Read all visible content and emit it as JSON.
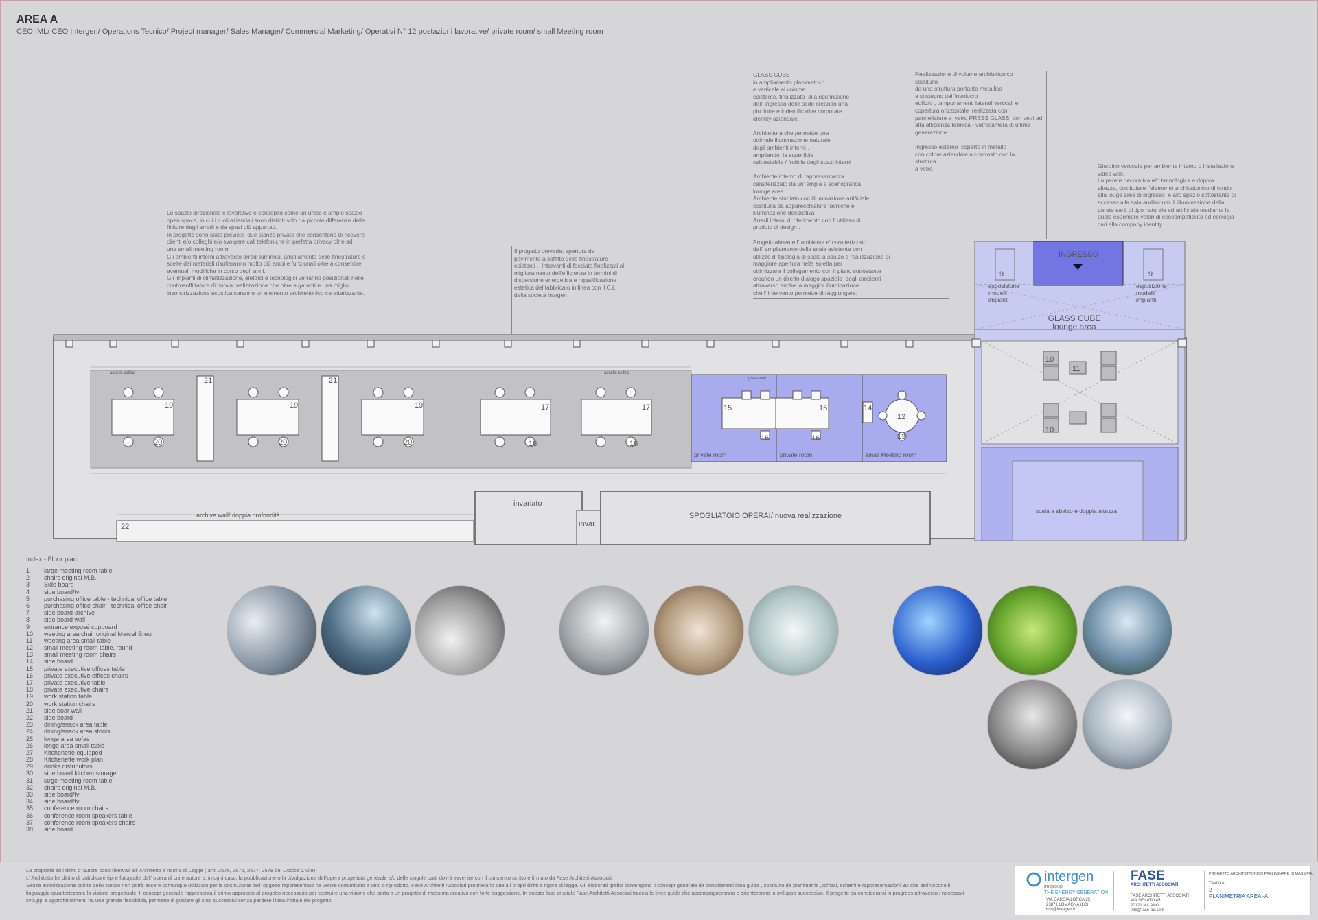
{
  "header": {
    "title": "AREA A",
    "subtitle": "CEO IML/ CEO Intergen/ Operations Tecnico/ Project manager/ Sales Manager/ Commercial Marketing/ Operativi N° 12 postazioni lavorative/ private room/ small Meeting room"
  },
  "notes": {
    "note1": "Lo spazio direzionale e lavorativo è concepito come un unico e ampio spazio\nopen space, in cui i ruoli aziendali sono distinti solo da piccole differenze delle\nfiniture degli arredi e da spazi più appartati.\nIn progetto sono state previste  due stanze private che consentono di ricevere\nclienti e/o colleghi e/o svolgere call telefoniche in perfetta privacy oltre ad\nuna small meeting room.\nGli ambienti interni attraverso arredi luminosi, ampliamento delle finestrature e\nscelte dei materiali risulteranno molto più ampi e funzionali oltre a consentire\neventuali modifiche in corso degli anni.\nGli impianti di climatizzazione, elettrici e tecnologici verranno posizionati nelle\ncontrosoffittature di nuova realizzazione che oltre a garantire una miglio\ninsonorizzazione acustica saranno un elemento architettonico caratterizzante.",
    "note2": "Il progetto prevede: apertura da\npavimento a soffitto delle finestrature\nesistenti .  Interventi di facciata finalizzati al\nmiglioramento dell'efficienza in termini di\ndispersione energetica e riqualificazione\nestetica del fabbricato in linea con il C.I.\ndella società Integen",
    "note3": "GLASS CUBE\nin ampliamento planimetrico\ne verticale al volume\nesistente, finalizzato  alla ridefinizione\ndell' ingresso delle sede creando una\npiu' forte e indentificativa corporate\nidentity aziendale.\n\nArchitettura che permette una\nottimale illuminazione naturale\ndegli ambienti interni ,\nampliando  la superficie\ncalpestabile / fruibile degli spazi interni\n\nAmbiente interno di rappresentanza\ncaratterizzato da un' ampia e scenografica\nlounge area.\nAmbiente studiato con illuminazione artificiale\ncostituita da apparecchiature tecniche e\nilluminazione decorativa\nArredi interni di riferimento con l' utilizzo di\nprodotti di design .\n\nProgettualmente l' ambiente e' caratterizzato\ndall' ampliamento della scala esistente con\nutilizzo di tipologia di scala a sbalzo e realizzazione di\nmaggiore apertura nella soletta per\nottimizzare il collegamento con il piano sottostante\ncreando un diretto dialogo spaziale  degli ambienti ,\nattraverso anche la maggior illuminazione\nche l' intervento permette di raggiungere.",
    "note4": "Realizzazione di volume architettonico\ncostituito\nda una struttura portante metallica\na sostegno dell'involucro\nedilizio , tamponamenti laterali verticali e\ncopertura orizzontale  realizzata con\npannellature a  vetro PRESS GLASS  con vetri ad\nalta efficienza termica - vetrocamera di ultima\ngenerazione\n\nIngresso esterno  coperto in metallo\ncon colore aziendale a contrasto con la\nstruttura\na vetro",
    "note5": "Giardino verticale per ambiente interno o installazione\nvideo wall.\nLa parete decorativa e/o tecnologica a doppia\naltezza, costituisce l'elemento architettonico di fondo\nalla louge area di ingresso  e allo spazio sottostante di\naccesso alla sala auditorium. L'illuminazione della\nparete sarà di tipo naturale ed artificiale mediante la\nquale esprimere valori di ecocompatibilità ed ecologia\ncari alla company identity."
  },
  "plan": {
    "ingresso": "INGRESSO",
    "glass_cube": "GLASS CUBE",
    "lounge_area": "lounge area",
    "esposizione": [
      "esposizione",
      "modelli",
      "impianti"
    ],
    "private_room": "private room",
    "small_meeting": "small Meeting room",
    "invariato": "invariato",
    "invar": "invar.",
    "spogliatoio": "SPOGLIATOIO OPERAI/ nuova realizzazione",
    "archive": "archive wall/ doppia profondità",
    "scala": "scala a sbalzo e doppia altezza",
    "acustic_ceiling": "acustic ceiling",
    "glass_wall": "glass wall",
    "numbers": {
      "n9": "9",
      "n10": "10",
      "n11": "11",
      "n12": "12",
      "n13": "13",
      "n14": "14",
      "n15": "15",
      "n16": "16",
      "n17": "17",
      "n18": "18",
      "n19": "19",
      "n20": "20",
      "n21": "21",
      "n22": "22"
    }
  },
  "index": {
    "title": "Index -  Floor plan",
    "items": [
      {
        "n": "1",
        "label": "large meeting room table"
      },
      {
        "n": "2",
        "label": "chairs original M.B."
      },
      {
        "n": "3",
        "label": "Side board"
      },
      {
        "n": "4",
        "label": "side board/tv"
      },
      {
        "n": "5",
        "label": "purchasing office table - technical office table"
      },
      {
        "n": "6",
        "label": "purchasing office chair - technical office chair"
      },
      {
        "n": "7",
        "label": "side board-archive"
      },
      {
        "n": "8",
        "label": "side board wall"
      },
      {
        "n": "9",
        "label": "entrance exposé cupboard"
      },
      {
        "n": "10",
        "label": "weeting area chair original Marcel Breur"
      },
      {
        "n": "11",
        "label": "weeting area small table"
      },
      {
        "n": "12",
        "label": "small meeting room table, round"
      },
      {
        "n": "13",
        "label": "small meeting room chairs"
      },
      {
        "n": "14",
        "label": "side board"
      },
      {
        "n": "15",
        "label": "private executive offices table"
      },
      {
        "n": "16",
        "label": "private executive offices chairs"
      },
      {
        "n": "17",
        "label": "private executive table"
      },
      {
        "n": "18",
        "label": "private executive chairs"
      },
      {
        "n": "19",
        "label": "work station table"
      },
      {
        "n": "20",
        "label": "work station chairs"
      },
      {
        "n": "21",
        "label": "side boar wall"
      },
      {
        "n": "22",
        "label": "side board"
      },
      {
        "n": "23",
        "label": "dining/snack  area table"
      },
      {
        "n": "24",
        "label": "dining/snack area stools"
      },
      {
        "n": "25",
        "label": "longe area sofas"
      },
      {
        "n": "26",
        "label": "longe area small table"
      },
      {
        "n": "27",
        "label": "Kitchenette equipped"
      },
      {
        "n": "28",
        "label": "Kitchenette work plan"
      },
      {
        "n": "29",
        "label": "drinks distributors"
      },
      {
        "n": "30",
        "label": "side board kitchen storage"
      },
      {
        "n": "31",
        "label": "large meeting room table"
      },
      {
        "n": "32",
        "label": "chairs original M.B."
      },
      {
        "n": "33",
        "label": "side board/tv"
      },
      {
        "n": "34",
        "label": "side board/tv"
      },
      {
        "n": "35",
        "label": "conference room chairs"
      },
      {
        "n": "36",
        "label": "conference room speakers  table"
      },
      {
        "n": "37",
        "label": "conference room speakers chairs"
      },
      {
        "n": "38",
        "label": "side board"
      }
    ]
  },
  "footer": {
    "legal": [
      "La proprietà ed i diritti d' autore sono riservati all' Architetto a norma di Legge ( artt. 2575, 2576, 2577, 2578 del Codice Civile)",
      "L' Architetto ha diritto di pubblicare tipi e fotografie dell' opera di cui è autore e, in ogni caso, la pubblicazione o la divulgazione dell'opera progettata generale  e/o delle singole parti  dovrà avvenire con il consenso scritto e firmato da Fase Architetti Associati.",
      "Senza autorizzazione scritta dello stesso non potrà essere comunque utilizzato per la costruzione dell' oggetto rappresentato ne venire comunicato a terzi o riprodotto. Fase Architetti Associati proprietario tutela i propri diritti a rigore di legge. Gli elaborati grafici contengono il concept generale da considerarsi  idea guida , costituito da planimetrie ,schizzi, schemi e rappresentazioni 3D che definiscono il",
      "linguaggio caratterizzante la visione progettuale. Il concept generale rappresenta il primo approccio al progetto necessario per costruire una visione che porta a un progetto di massima creativo con forte suggestione. In questa fase cruciale Fase Architetti Associati  traccia  le linee guida che accompagneranno e orienteranno lo sviluppo successivo. Il  progetto da considerarsi  in progress attraverso i necessari",
      "sviluppi e approfondimenti ha una grande flessibilità, permette di guidare  gli step successivi senza perdere l'idea iniziale del progetto"
    ],
    "intergen_name": "intergen",
    "intergen_group": "imlgroup",
    "intergen_tag": "THE ENERGY GENERATION",
    "intergen_addr": [
      "VIA GARCIA LORCA 25",
      "23871 LOMAGNA (LC)",
      "info@intergen.it"
    ],
    "fase_name": "FASE",
    "fase_sub": "ARCHITETTI ASSOCIATI",
    "fase_addr": [
      "FASE ARCHITETTI ASSOCIATI",
      "VIA SENATO  45",
      "20121 MILANO",
      "info@fase-ad.com"
    ],
    "project": "PROGETTO ARCHITETTONICO PRELIMINARE DI MASSIMA",
    "tavola": "TAVOLA :",
    "tavola_num": "2",
    "tavola_title": "PLANIMETRIA AREA -A"
  },
  "colors": {
    "glass_blue": "#aab0ef",
    "glass_blue_dark": "#6e73e0",
    "plan_gray": "#c2c2c4"
  }
}
